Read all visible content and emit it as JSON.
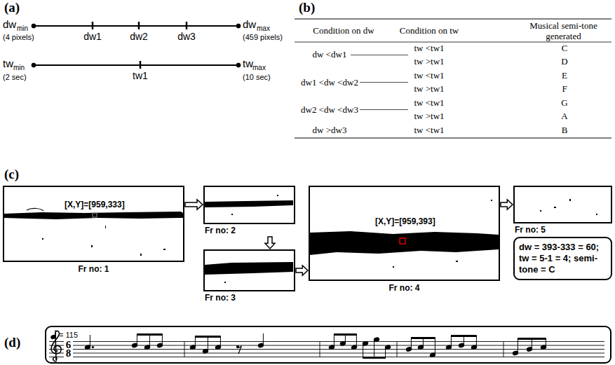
{
  "diagram": {
    "nodes": [
      {
        "text": [
          "[X,Y]=[959,333]",
          "Fr no: 1"
        ]
      },
      {
        "text": [
          "Fr no: 2"
        ]
      },
      {
        "text": [
          "Fr no: 3"
        ]
      },
      {
        "text": [
          "[X,Y]=[959,393]",
          "Fr no: 4"
        ]
      },
      {
        "text": [
          "Fr no: 5"
        ]
      },
      {
        "text": [
          "dw = 393-333 = 60; tw = 5-1 = 4; semi-tone = C"
        ]
      }
    ],
    "edges": [
      {
        "from": 0,
        "to": 1,
        "arrow": "to"
      },
      {
        "from": 1,
        "to": 2,
        "arrow": "to"
      },
      {
        "from": 2,
        "to": 3,
        "arrow": "to"
      },
      {
        "from": 3,
        "to": 4,
        "arrow": "to"
      }
    ],
    "labels": [
      "(a)",
      "dw",
      "min",
      "(4 pixels)",
      "dw1",
      "dw2",
      "dw3",
      "dw",
      "max",
      "(459 pixels)",
      "tw",
      "min",
      "(2 sec)",
      "tw1",
      "tw",
      "max",
      "(10 sec)",
      "(b)",
      "Condition on dw",
      "Condition on tw",
      "Musical semi-tone generated",
      "dw <dw1",
      "tw <tw1",
      "C",
      "tw >tw1",
      "D",
      "dw1 <dw <dw2",
      "tw <tw1",
      "E",
      "tw >tw1",
      "F",
      "dw2 <dw <dw3",
      "tw <tw1",
      "G",
      "tw >tw1",
      "A",
      "dw >dw3",
      "tw <tw1",
      "B",
      "(c)",
      "(d)",
      "= 115",
      "6",
      "8"
    ]
  }
}
